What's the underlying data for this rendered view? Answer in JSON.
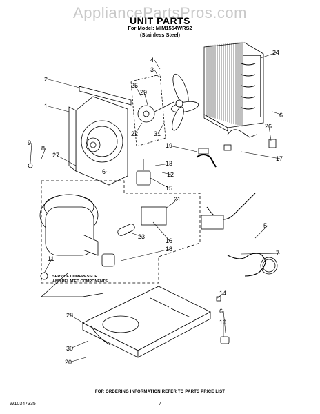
{
  "watermark": "AppliancePartsPros.com",
  "header": {
    "title": "UNIT PARTS",
    "model_line": "For Model: MIM1554WRS2",
    "variant": "(Stainless Steel)"
  },
  "callouts": [
    "1",
    "2",
    "3",
    "4",
    "5",
    "6",
    "6",
    "6",
    "7",
    "8",
    "9",
    "10",
    "11",
    "12",
    "13",
    "14",
    "15",
    "16",
    "17",
    "18",
    "19",
    "20",
    "21",
    "22",
    "23",
    "24",
    "25",
    "26",
    "27",
    "28",
    "29",
    "30",
    "31"
  ],
  "service_note": [
    "SERVICE COMPRESSOR",
    "AND RELATED COMPONENTS"
  ],
  "footer": {
    "order_note": "FOR ORDERING INFORMATION REFER TO PARTS PRICE LIST",
    "doc_number": "W10347335",
    "page_number": "7"
  }
}
